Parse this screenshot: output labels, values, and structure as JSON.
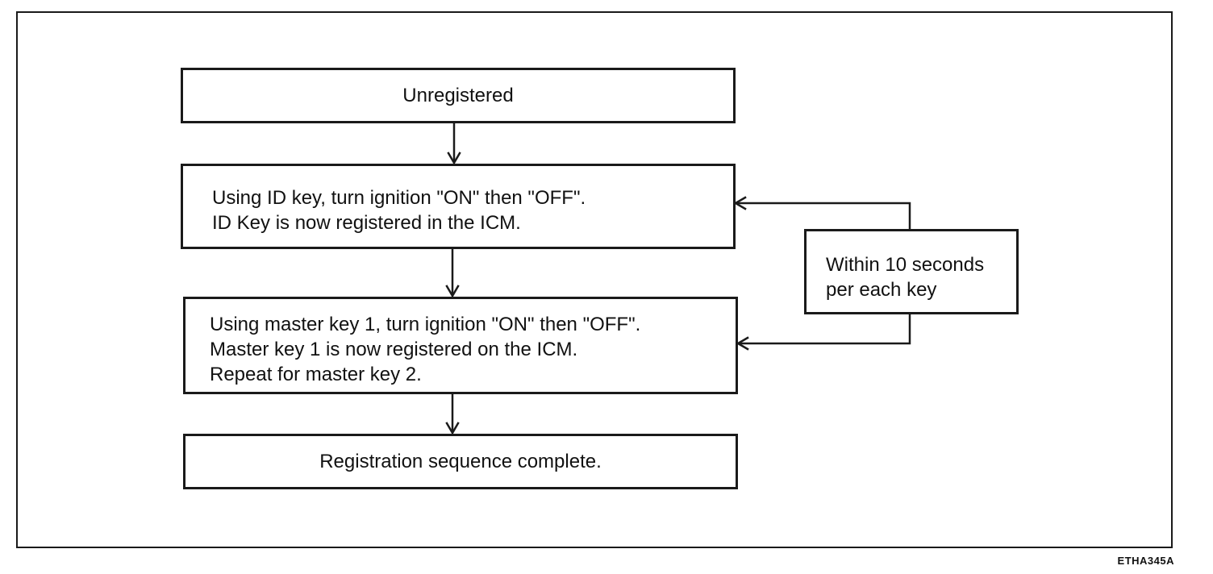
{
  "flowchart": {
    "step_unregistered": "Unregistered",
    "step_id_key": [
      "Using ID key, turn ignition \"ON\" then \"OFF\".",
      "ID Key is now registered in the ICM."
    ],
    "step_master_key": [
      "Using master key 1, turn ignition \"ON\" then \"OFF\".",
      "Master key 1 is now registered on the ICM.",
      "Repeat for master key 2."
    ],
    "step_complete": "Registration sequence complete.",
    "timing_note": [
      "Within 10 seconds",
      "per each key"
    ]
  },
  "figure_code": "ETHA345A",
  "colors": {
    "line": "#1a1a1a",
    "background": "#ffffff"
  }
}
